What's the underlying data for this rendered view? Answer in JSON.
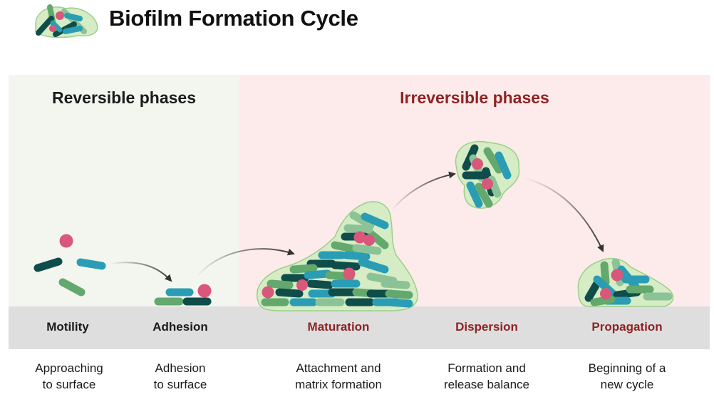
{
  "title": "Biofilm Formation Cycle",
  "zones": {
    "reversible": {
      "label": "Reversible phases"
    },
    "irreversible": {
      "label": "Irreversible phases"
    }
  },
  "stages": [
    {
      "name": "Motility",
      "line1": "Approaching",
      "line2": "to surface"
    },
    {
      "name": "Adhesion",
      "line1": "Adhesion",
      "line2": "to surface"
    },
    {
      "name": "Maturation",
      "line1": "Attachment and",
      "line2": "matrix formation"
    },
    {
      "name": "Dispersion",
      "line1": "Formation and",
      "line2": "release balance"
    },
    {
      "name": "Propagation",
      "line1": "Beginning of a",
      "line2": "new cycle"
    }
  ],
  "colors": {
    "reversible_bg": "#f3f5ef",
    "irreversible_bg": "#fcebea",
    "surface": "#dedede",
    "irreversible_text": "#8e2323",
    "reversible_text": "#1b1b1b",
    "bacteria_dark": "#0f4d4a",
    "bacteria_teal": "#2a9db5",
    "bacteria_green": "#63a86c",
    "bacteria_light": "#8cc396",
    "coccus": "#d9577a",
    "matrix": "#d5ecc5"
  }
}
